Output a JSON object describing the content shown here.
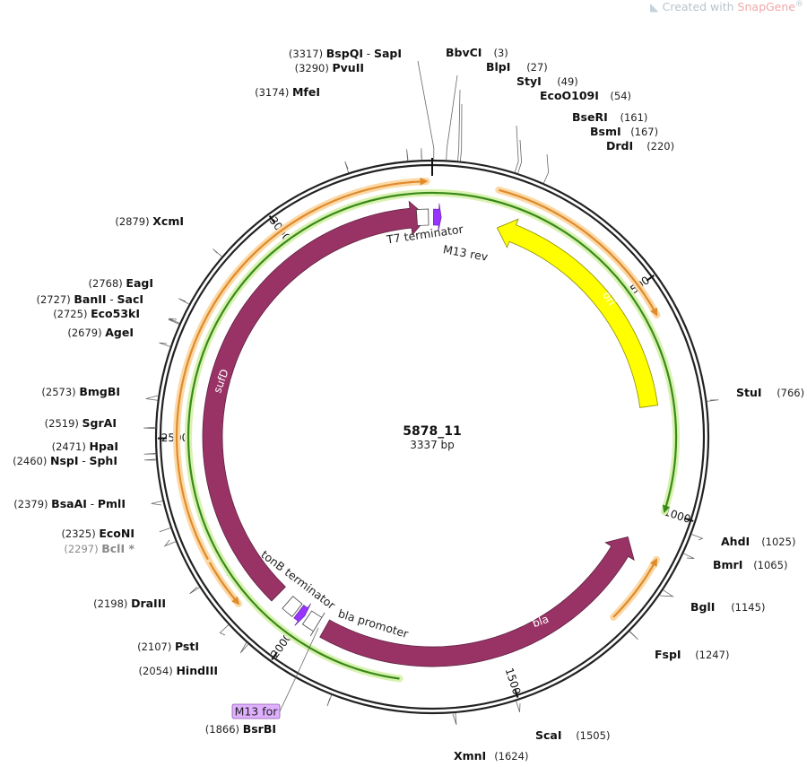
{
  "watermark": {
    "prefix": "Created with ",
    "brand": "SnapGene",
    "mark": "®"
  },
  "plasmid": {
    "name": "5878_11",
    "length_label": "3337 bp",
    "length": 3337
  },
  "ticks": [
    "500",
    "1000",
    "1500",
    "2000",
    "2500",
    "3000"
  ],
  "sites": [
    {
      "name": "BbvCI",
      "pos": "(3)"
    },
    {
      "name": "BlpI",
      "pos": "(27)"
    },
    {
      "name": "StyI",
      "pos": "(49)"
    },
    {
      "name": "EcoO109I",
      "pos": "(54)"
    },
    {
      "name": "BseRI",
      "pos": "(161)"
    },
    {
      "name": "BsmI",
      "pos": "(167)"
    },
    {
      "name": "DrdI",
      "pos": "(220)"
    },
    {
      "name": "StuI",
      "pos": "(766)"
    },
    {
      "name": "AhdI",
      "pos": "(1025)"
    },
    {
      "name": "BmrI",
      "pos": "(1065)"
    },
    {
      "name": "BglI",
      "pos": "(1145)"
    },
    {
      "name": "FspI",
      "pos": "(1247)"
    },
    {
      "name": "ScaI",
      "pos": "(1505)"
    },
    {
      "name": "XmnI",
      "pos": "(1624)"
    },
    {
      "name": "BsrBI",
      "pos": "(1866)"
    },
    {
      "name": "HindIII",
      "pos": "(2054)"
    },
    {
      "name": "PstI",
      "pos": "(2107)"
    },
    {
      "name": "DraIII",
      "pos": "(2198)"
    },
    {
      "name": "BclI *",
      "pos": "(2297)"
    },
    {
      "name": "EcoNI",
      "pos": "(2325)"
    },
    {
      "name": "BsaAI",
      "name2": "PmlI",
      "pos": "(2379)"
    },
    {
      "name": "NspI",
      "name2": "SphI",
      "pos": "(2460)"
    },
    {
      "name": "HpaI",
      "pos": "(2471)"
    },
    {
      "name": "SgrAI",
      "pos": "(2519)"
    },
    {
      "name": "BmgBI",
      "pos": "(2573)"
    },
    {
      "name": "AgeI",
      "pos": "(2679)"
    },
    {
      "name": "Eco53kI",
      "pos": "(2725)"
    },
    {
      "name": "BanII",
      "name2": "SacI",
      "pos": "(2727)"
    },
    {
      "name": "EagI",
      "pos": "(2768)"
    },
    {
      "name": "XcmI",
      "pos": "(2879)"
    },
    {
      "name": "MfeI",
      "pos": "(3174)"
    },
    {
      "name": "PvuII",
      "pos": "(3290)"
    },
    {
      "name": "BspQI",
      "name2": "SapI",
      "pos": "(3317)"
    }
  ],
  "features": {
    "ori": "ori",
    "bla": "bla",
    "sufD": "sufD",
    "t7_terminator": "T7 terminator",
    "m13_rev": "M13 rev",
    "tonb_terminator": "tonB terminator",
    "bla_promoter": "bla promoter",
    "m13_for": "M13 for"
  },
  "colors": {
    "backbone": "#222222",
    "ori": "#ffff00",
    "cds": "#993366",
    "primer": "#9933ff",
    "primer_label_bg": "#e0b0ff",
    "orf_orange": "#e08a2c",
    "orf_green": "#3a8a1a",
    "glow_orange": "#fbd9a6",
    "glow_green": "#d8f2b0",
    "terminator": "#ffffff",
    "grey_site": "#8a8a8a"
  }
}
